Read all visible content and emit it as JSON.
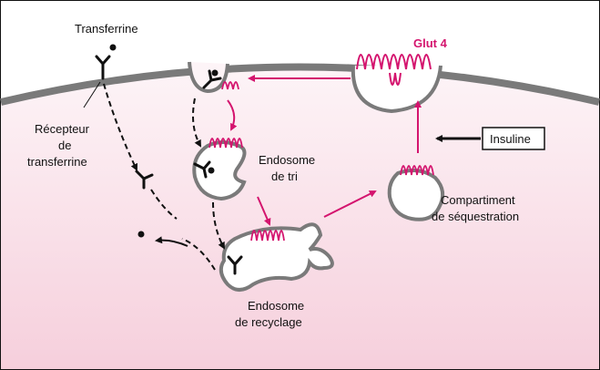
{
  "labels": {
    "transferrin": "Transferrine",
    "receptor_1": "Récepteur",
    "receptor_2": "de",
    "receptor_3": "transferrine",
    "sorting_1": "Endosome",
    "sorting_2": "de tri",
    "recycling_1": "Endosome",
    "recycling_2": "de recyclage",
    "sequestration_1": "Compartiment",
    "sequestration_2": "de séquestration",
    "insulin": "Insuline",
    "glut4": "Glut 4"
  },
  "colors": {
    "glut4_magenta": "#d4146e",
    "membrane_gray": "#7a7a7a",
    "cytoplasm_pink": "#f6d9e3",
    "cytoplasm_light": "#fdf4f7",
    "ink": "#111111"
  }
}
